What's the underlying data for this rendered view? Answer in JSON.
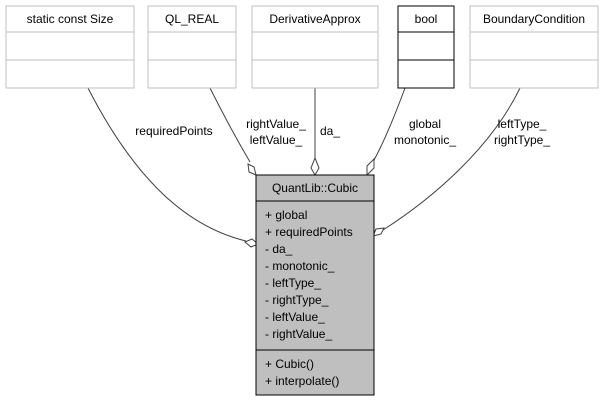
{
  "classes": {
    "size": {
      "name": "static const Size"
    },
    "real": {
      "name": "QL_REAL"
    },
    "derivative": {
      "name": "DerivativeApprox"
    },
    "bool": {
      "name": "bool"
    },
    "boundary": {
      "name": "BoundaryCondition"
    },
    "cubic": {
      "name": "QuantLib::Cubic",
      "attributes": [
        "+ global",
        "+ requiredPoints",
        "- da_",
        "- monotonic_",
        "- leftType_",
        "- rightType_",
        "- leftValue_",
        "- rightValue_"
      ],
      "operations": [
        "+ Cubic()",
        "+ interpolate()"
      ]
    }
  },
  "edges": {
    "size": [
      "requiredPoints"
    ],
    "real": [
      "rightValue_",
      "leftValue_"
    ],
    "derivative": [
      "da_"
    ],
    "bool": [
      "global",
      "monotonic_"
    ],
    "boundary": [
      "leftType_",
      "rightType_"
    ]
  }
}
